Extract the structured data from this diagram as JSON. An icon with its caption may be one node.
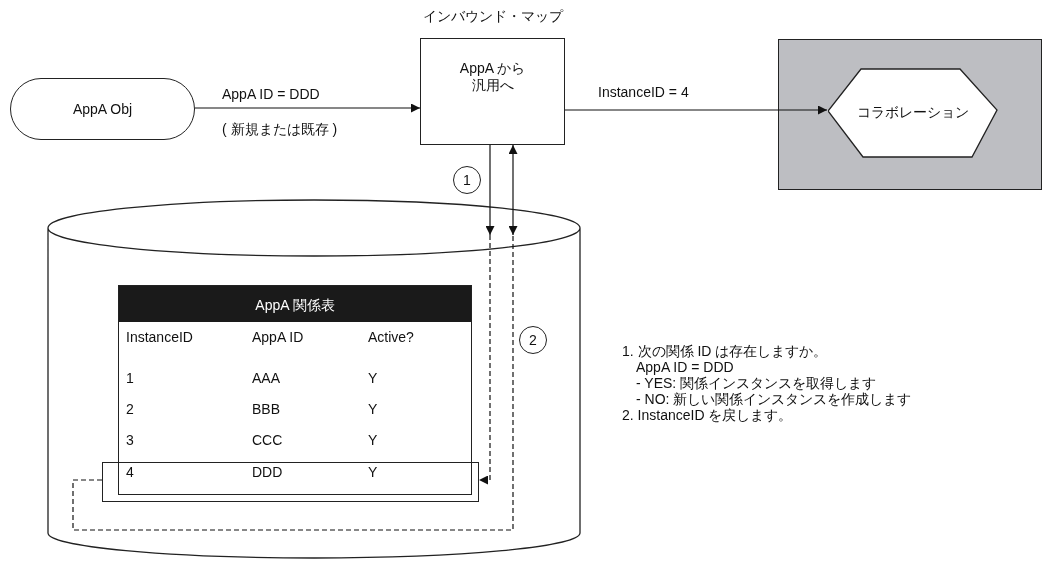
{
  "diagram": {
    "nodes": [
      {
        "text": [
          "AppA Obj"
        ]
      },
      {
        "text": [
          "インバウンド・マップ",
          "AppA から汎用へ"
        ]
      },
      {
        "text": [],
        "shape": "box"
      },
      {
        "text": [
          "コラボレーション"
        ],
        "in": 2
      },
      {
        "text": [],
        "shape": "cylinder"
      },
      {
        "text": [
          "AppA 関係表"
        ],
        "in": 4
      },
      {
        "text": [],
        "shape": "box",
        "in": 4
      }
    ],
    "edges": [
      {
        "from": 0,
        "to": 1,
        "arrow": "to",
        "label": "AppA ID = DDD"
      },
      {
        "from": 1,
        "to": 3,
        "arrow": "to",
        "label": "InstanceID = 4"
      },
      {
        "from": 1,
        "to": 4,
        "arrow": "to"
      },
      {
        "from": 4,
        "to": 6,
        "arrow": "to",
        "style": "dashed"
      },
      {
        "from": 4,
        "to": 1,
        "arrow": "both"
      },
      {
        "from": 6,
        "to": 4,
        "arrow": "none",
        "style": "dashed"
      }
    ],
    "labels": [
      "( 新規または既存 )",
      "1",
      "InstanceID",
      "AppA ID",
      "Active?",
      "2",
      "1",
      "AAA",
      "Y",
      "2",
      "BBB",
      "Y",
      "3",
      "CCC",
      "Y",
      "4",
      "DDD",
      "Y",
      "1. 次の関係 ID は存在しますか。",
      "AppA ID = DDD",
      "- YES: 関係インスタンスを取得します",
      "- NO: 新しい関係インスタンスを作成します",
      "2. InstanceID を戻します。"
    ]
  }
}
